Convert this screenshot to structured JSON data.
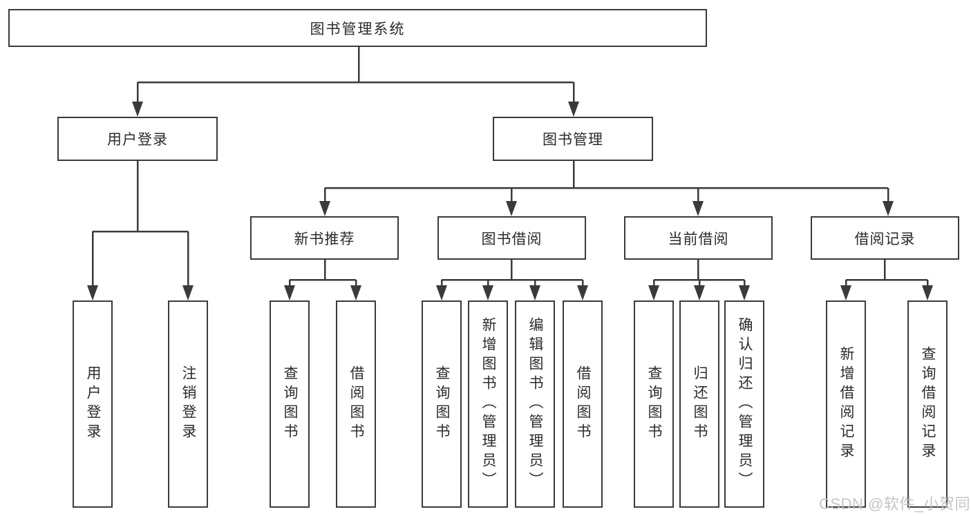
{
  "title": "图书管理系统",
  "colors": {
    "line": "#3a3a3a",
    "text": "#2b2b2b",
    "box_background": "#ffffff",
    "watermark": "#bfbfbf",
    "background": "#ffffff"
  },
  "nodes": {
    "root": {
      "label": "图书管理系统"
    },
    "level2": [
      {
        "label": "用户登录"
      },
      {
        "label": "图书管理"
      }
    ],
    "level3": [
      {
        "label": "新书推荐"
      },
      {
        "label": "图书借阅"
      },
      {
        "label": "当前借阅"
      },
      {
        "label": "借阅记录"
      }
    ],
    "leaves": [
      {
        "label": "用户登录"
      },
      {
        "label": "注销登录"
      },
      {
        "label": "查询图书"
      },
      {
        "label": "借阅图书"
      },
      {
        "label": "查询图书"
      },
      {
        "label": "新增图书（管理员）"
      },
      {
        "label": "编辑图书（管理员）"
      },
      {
        "label": "借阅图书"
      },
      {
        "label": "查询图书"
      },
      {
        "label": "归还图书"
      },
      {
        "label": "确认归还（管理员）"
      },
      {
        "label": "新增借阅记录"
      },
      {
        "label": "查询借阅记录"
      }
    ]
  },
  "watermark": {
    "text": "CSDN @软件_小贺同学"
  }
}
